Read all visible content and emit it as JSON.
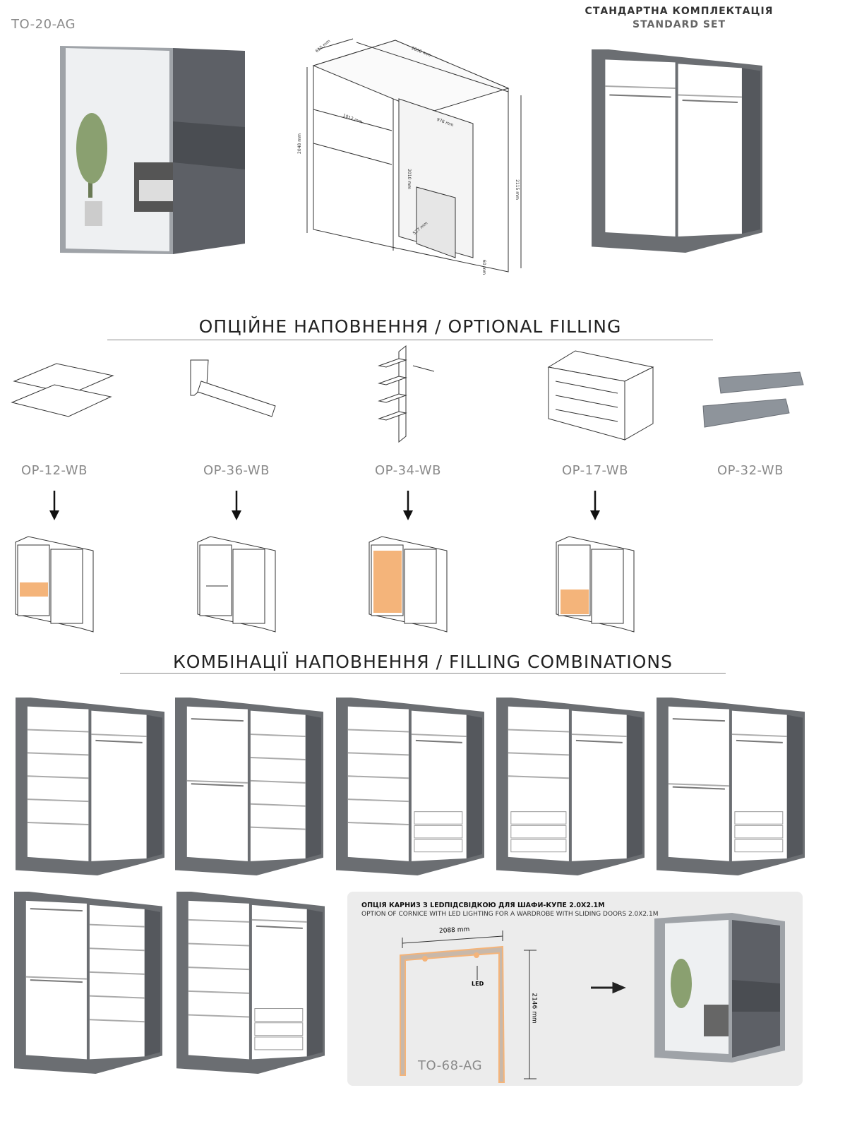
{
  "header": {
    "product_code": "TO-20-AG"
  },
  "dimensions": {
    "depth": "615 mm",
    "width": "2000 mm",
    "door_height": "2048 mm",
    "door_width": "1012 mm",
    "inner_width": "976 mm",
    "inner_height": "2010 mm",
    "inner_depth": "527 mm",
    "total_height": "2115 mm",
    "plinth": "60 mm"
  },
  "standard_set": {
    "title_uk": "СТАНДАРТНА КОМПЛЕКТАЦІЯ",
    "title_en": "STANDARD SET"
  },
  "optional_filling": {
    "heading": "ОПЦІЙНЕ НАПОВНЕННЯ / OPTIONAL FILLING",
    "items": [
      {
        "code": "OP-12-WB",
        "icon": "shelves-icon"
      },
      {
        "code": "OP-36-WB",
        "icon": "hanging-rail-icon"
      },
      {
        "code": "OP-34-WB",
        "icon": "shelf-unit-icon"
      },
      {
        "code": "OP-17-WB",
        "icon": "drawer-unit-icon"
      },
      {
        "code": "OP-32-WB",
        "icon": "soft-close-mechanism-icon"
      }
    ]
  },
  "combinations": {
    "heading": "КОМБІНАЦІЇ НАПОВНЕННЯ / FILLING COMBINATIONS"
  },
  "cornice_option": {
    "title_uk": "ОПЦІЯ КАРНИЗ З  LEDПІДСВІДКОЮ ДЛЯ ШАФИ-КУПЕ 2.0Х2.1М",
    "title_en": "OPTION OF CORNICE WITH LED LIGHTING FOR A WARDROBE WITH SLIDING DOORS 2.0X2.1M",
    "width_label": "2088 mm",
    "height_label": "2146 mm",
    "led_label": "LED",
    "code": "TO-68-AG"
  },
  "colors": {
    "body": "#6b6e72",
    "accent": "#f4b47a",
    "panel": "#ececec"
  }
}
